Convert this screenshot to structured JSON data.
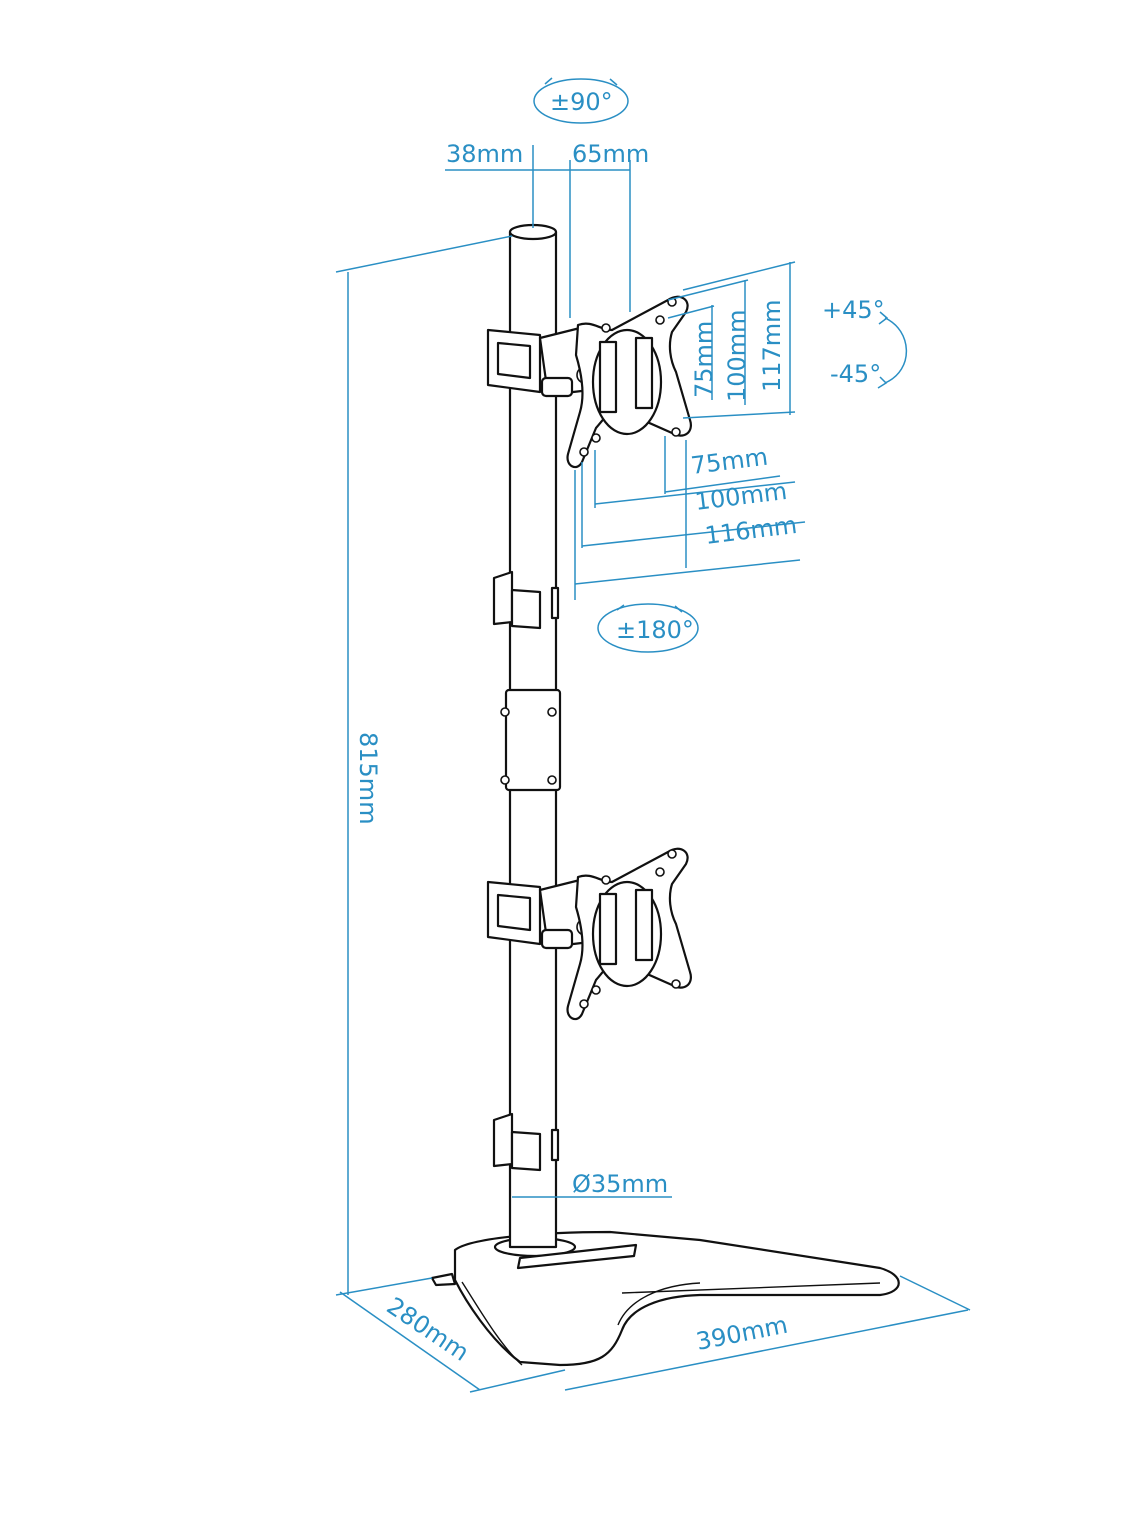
{
  "labels": {
    "rot_90": "±90°",
    "w_38": "38mm",
    "w_65": "65mm",
    "tilt_up": "+45°",
    "tilt_down": "-45°",
    "vesa_v75": "75mm",
    "vesa_v100": "100mm",
    "plate_h117": "117mm",
    "vesa_h75": "75mm",
    "vesa_h100": "100mm",
    "plate_w116": "116mm",
    "rot_180": "±180°",
    "height_815": "815mm",
    "pole_d35": "Ø35mm",
    "depth_280": "280mm",
    "width_390": "390mm"
  },
  "colors": {
    "dimension": "#2a8fc4",
    "outline": "#111111"
  }
}
